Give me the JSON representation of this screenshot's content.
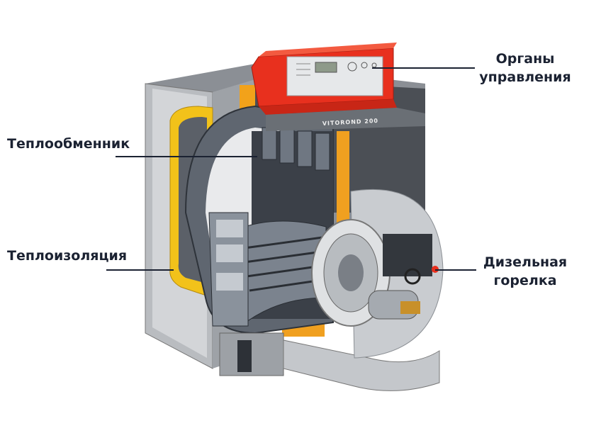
{
  "labels": {
    "controls": {
      "line1": "Органы",
      "line2": "управления"
    },
    "heat_exchanger": "Теплообменник",
    "insulation": "Теплоизоляция",
    "burner": {
      "line1": "Дизельная",
      "line2": "горелка"
    }
  },
  "boiler_model": "VITOROND 200",
  "colors": {
    "label": "#1b2232",
    "panel": "#e8301e",
    "insulation": "#f2c21a"
  }
}
